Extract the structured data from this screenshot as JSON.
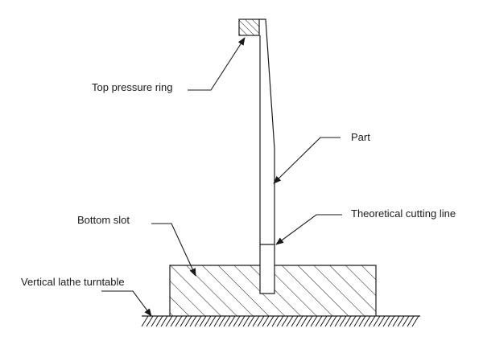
{
  "labels": {
    "top_pressure_ring": "Top pressure ring",
    "part": "Part",
    "theoretical_cutting_line": "Theoretical cutting line",
    "bottom_slot": "Bottom slot",
    "vertical_lathe_turntable": "Vertical lathe turntable"
  }
}
